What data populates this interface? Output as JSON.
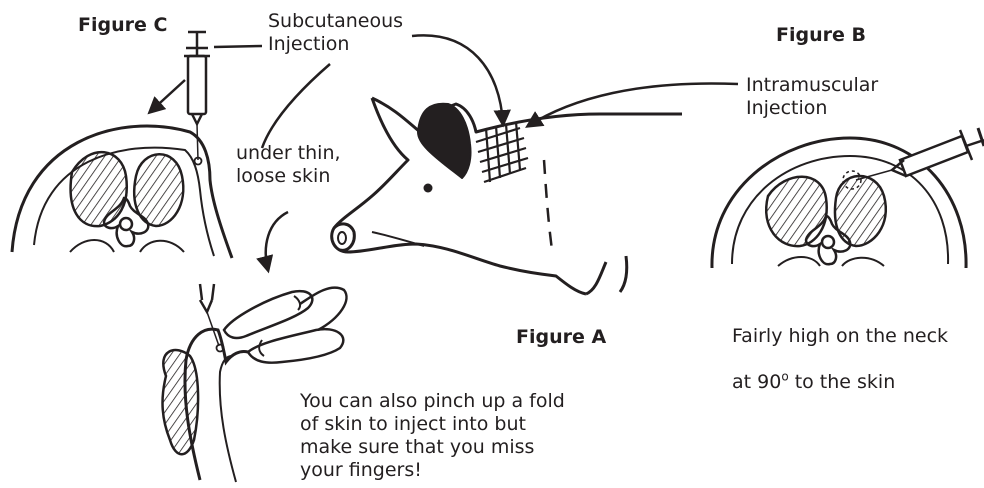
{
  "figures": {
    "c": "Figure C",
    "b": "Figure B",
    "a": "Figure A"
  },
  "labels": {
    "subcutaneous": "Subcutaneous\nInjection",
    "intramuscular": "Intramuscular\nInjection",
    "under_skin": "under thin,\nloose skin",
    "high_neck_line1": "Fairly high on the neck",
    "high_neck_line2_prefix": "at 90",
    "high_neck_degree": "o",
    "high_neck_line2_suffix": " to the skin",
    "pinch": "You can also pinch up a fold\nof skin to inject into but\nmake sure that you miss\nyour fingers!"
  }
}
